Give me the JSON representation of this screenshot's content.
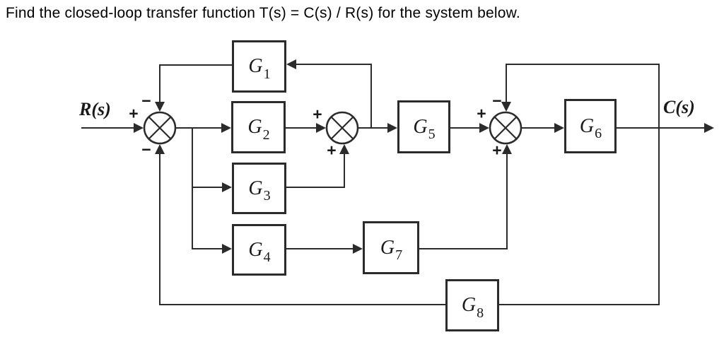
{
  "title": "Find the closed-loop transfer function T(s) = C(s) / R(s) for the system below.",
  "signals": {
    "input": "R(s)",
    "output": "C(s)"
  },
  "blocks": {
    "g1": {
      "letter": "G",
      "sub": "1"
    },
    "g2": {
      "letter": "G",
      "sub": "2"
    },
    "g3": {
      "letter": "G",
      "sub": "3"
    },
    "g4": {
      "letter": "G",
      "sub": "4"
    },
    "g5": {
      "letter": "G",
      "sub": "5"
    },
    "g6": {
      "letter": "G",
      "sub": "6"
    },
    "g7": {
      "letter": "G",
      "sub": "7"
    },
    "g8": {
      "letter": "G",
      "sub": "8"
    }
  },
  "junctions": {
    "sum1": {
      "left": "+",
      "top": "−",
      "bottom": "−"
    },
    "sum2": {
      "left": "+",
      "bottom": "+"
    },
    "sum3": {
      "left": "+",
      "top": "−",
      "bottom": "+"
    }
  },
  "colors": {
    "line": "#2b2b2b",
    "text": "#000000",
    "background": "#ffffff"
  }
}
